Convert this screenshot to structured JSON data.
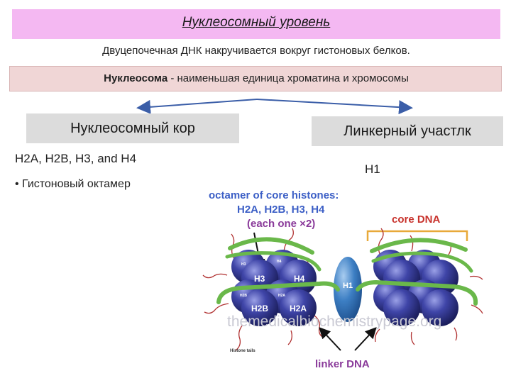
{
  "header": {
    "title": "Нуклеосомный уровень",
    "subtitle": "Двуцепочечная ДНК накручивается вокруг гистоновых белков.",
    "definition_term": "Нуклеосома",
    "definition_rest": " - наименьшая единица хроматина и хромосомы"
  },
  "left": {
    "heading": "Нуклеосомный кор",
    "histones": "H2A, H2B, H3, and H4",
    "bullet": "• Гистоновый октамер"
  },
  "right": {
    "heading": "Линкерный участлк",
    "h1": "H1"
  },
  "diagram": {
    "octamer_line1": "octamer of core histones:",
    "octamer_line2": "H2A, H2B, H3, H4",
    "octamer_line3": "(each one ×2)",
    "core_dna": "core DNA",
    "linker_dna": "linker DNA",
    "histone_tails": "Histone tails",
    "h1": "H1",
    "h3": "H3",
    "h4": "H4",
    "h2b": "H2B",
    "h2a": "H2A",
    "tiny_h3": "H3",
    "tiny_h4": "H4",
    "tiny_h2b": "H2B",
    "tiny_h2a": "H2A",
    "watermark": "themedicalbiochemistrypage.org"
  },
  "colors": {
    "title_bg": "#f4b8f2",
    "definition_bg": "#f0d6d6",
    "heading_box_bg": "#dcdcdc",
    "arrow": "#3b5ea8",
    "histone_ball": "#3b3f9e",
    "h1_blue": "#3d7fc4",
    "dna_green": "#6ab84a",
    "tails_red": "#b03030"
  }
}
